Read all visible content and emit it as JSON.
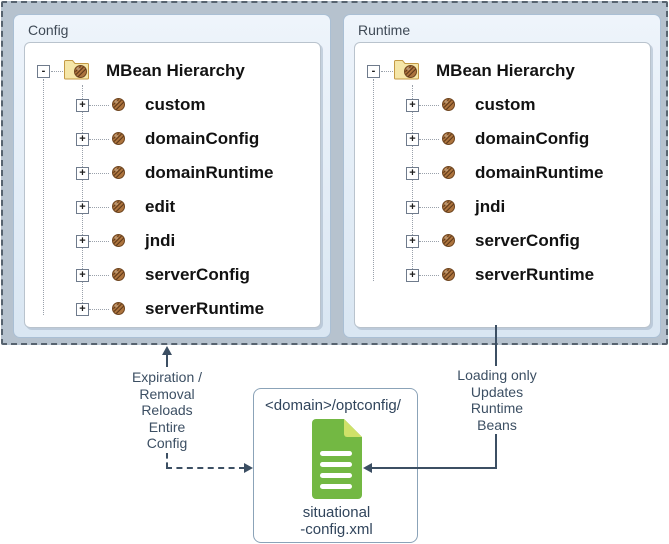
{
  "panels": [
    {
      "title": "Config",
      "root_label": "MBean Hierarchy",
      "root_expander": "-",
      "child_expander": "+",
      "children": [
        "custom",
        "domainConfig",
        "domainRuntime",
        "edit",
        "jndi",
        "serverConfig",
        "serverRuntime"
      ]
    },
    {
      "title": "Runtime",
      "root_label": "MBean Hierarchy",
      "root_expander": "-",
      "child_expander": "+",
      "children": [
        "custom",
        "domainConfig",
        "domainRuntime",
        "jndi",
        "serverConfig",
        "serverRuntime"
      ]
    }
  ],
  "file_box": {
    "path_label": "<domain>/optconfig/",
    "file_label": "situational\n-config.xml"
  },
  "annotations": {
    "left": "Expiration /\nRemoval\nReloads\nEntire\nConfig",
    "right": "Loading only\nUpdates\nRuntime\nBeans"
  },
  "icons": {
    "tree_root": "folder-with-bean-icon",
    "tree_node": "bean-icon",
    "file": "xml-document-icon",
    "expand": "plus-box-icon",
    "collapse": "minus-box-icon"
  },
  "colors": {
    "container_fill": "#b6c2ce",
    "container_dash": "#57636f",
    "panel_fill": "#e4eef7",
    "panel_border": "#aabfd4",
    "document_green": "#73b843",
    "document_fold": "#cfe169",
    "annotation_text": "#3c4f63",
    "bean_brown": "#ad743e",
    "folder_yellow": "#f5e6a8"
  }
}
